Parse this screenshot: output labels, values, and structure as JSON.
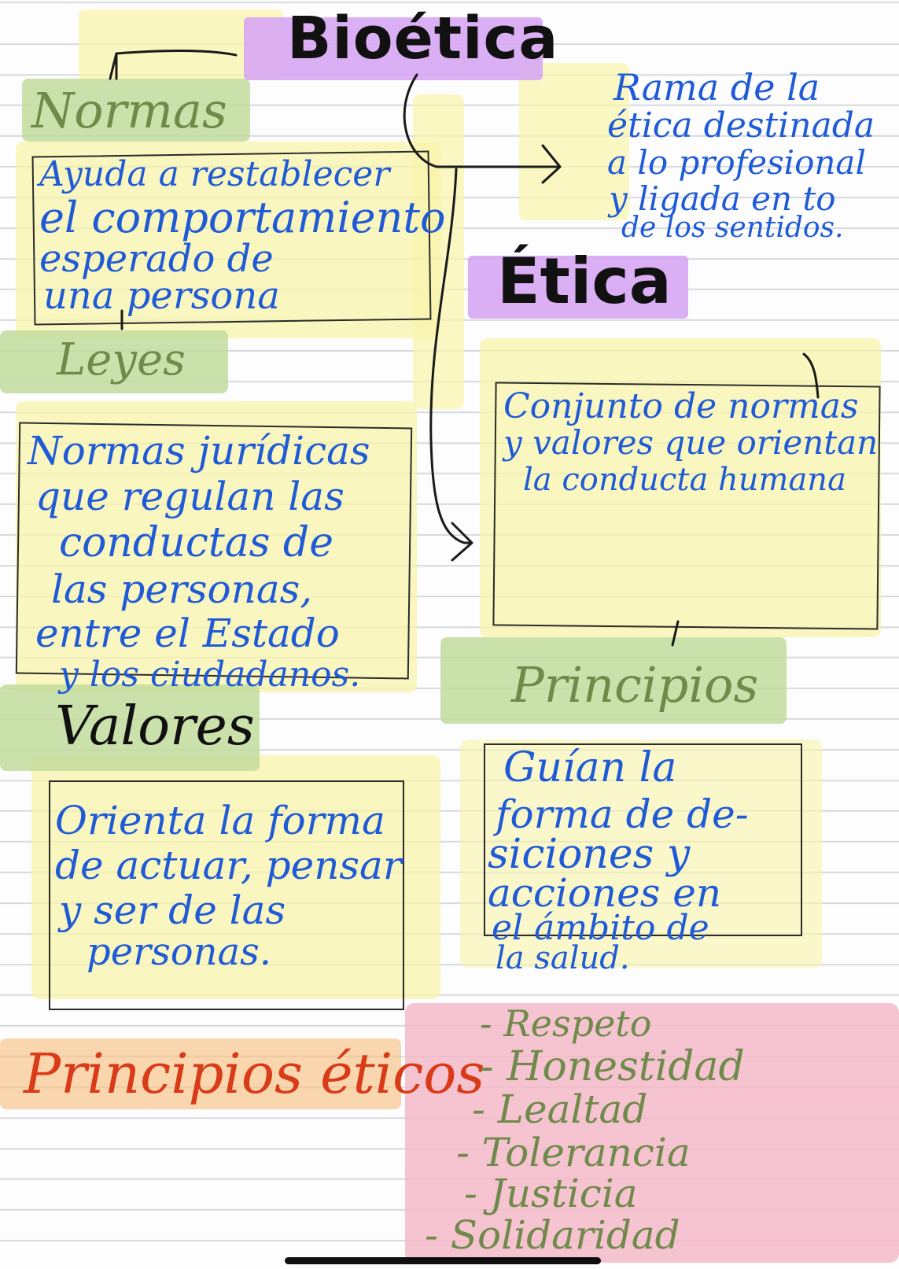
{
  "title": "Bioética",
  "bioetica_def": [
    "Rama de la",
    "ética destinada",
    "a lo profesional",
    "y ligada en to",
    "de los sentidos."
  ],
  "normas": {
    "heading": "Normas",
    "text": [
      "Ayuda a restablecer",
      "el comportamiento",
      "esperado de",
      "una persona"
    ]
  },
  "leyes": {
    "heading": "Leyes",
    "text": [
      "Normas jurídicas",
      "que regulan las",
      "conductas de",
      "las personas,",
      "entre el Estado",
      "y los ciudadanos."
    ]
  },
  "etica": {
    "heading": "Ética",
    "text": [
      "Conjunto de normas",
      "y valores que orientan",
      "la conducta humana"
    ]
  },
  "valores": {
    "heading": "Valores",
    "text": [
      "Orienta la forma",
      "de actuar, pensar",
      "y ser de las",
      "personas."
    ]
  },
  "principios": {
    "heading": "Principios",
    "text": [
      "Guían la",
      "forma de de-",
      "siciones y",
      "acciones en",
      "el ámbito de",
      "la salud."
    ]
  },
  "principios_eticos": {
    "heading": "Principios éticos",
    "items": [
      "- Respeto",
      "- Honestidad",
      "- Lealtad",
      "- Tolerancia",
      "- Justicia",
      "- Solidaridad"
    ]
  },
  "colors": {
    "ink_blue": "#1f5bd6",
    "green_text": "#6f8a4a",
    "red_text": "#d93a18",
    "purple_highlight": "#d7a6f3",
    "green_highlight": "#c2dc9c",
    "yellow_highlight": "#f8f3a9",
    "pink_highlight": "#f4b8c8",
    "orange_highlight": "#f6c58c"
  }
}
